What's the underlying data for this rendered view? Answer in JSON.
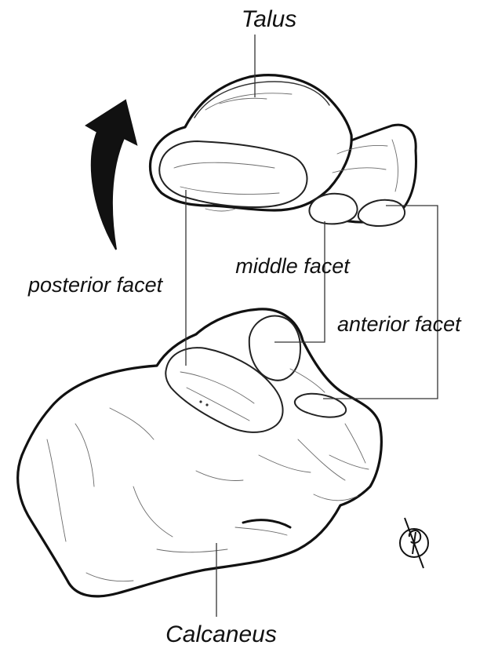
{
  "labels": {
    "talus": "Talus",
    "calcaneus": "Calcaneus",
    "posterior_facet": "posterior facet",
    "middle_facet": "middle facet",
    "anterior_facet": "anterior facet"
  },
  "signature": "VP",
  "colors": {
    "line": "#111111",
    "arrow": "#111111",
    "background": "#ffffff"
  },
  "icons": {
    "rotation_arrow": "curved-arrow-up-icon",
    "artist_mark": "monogram-signature"
  }
}
